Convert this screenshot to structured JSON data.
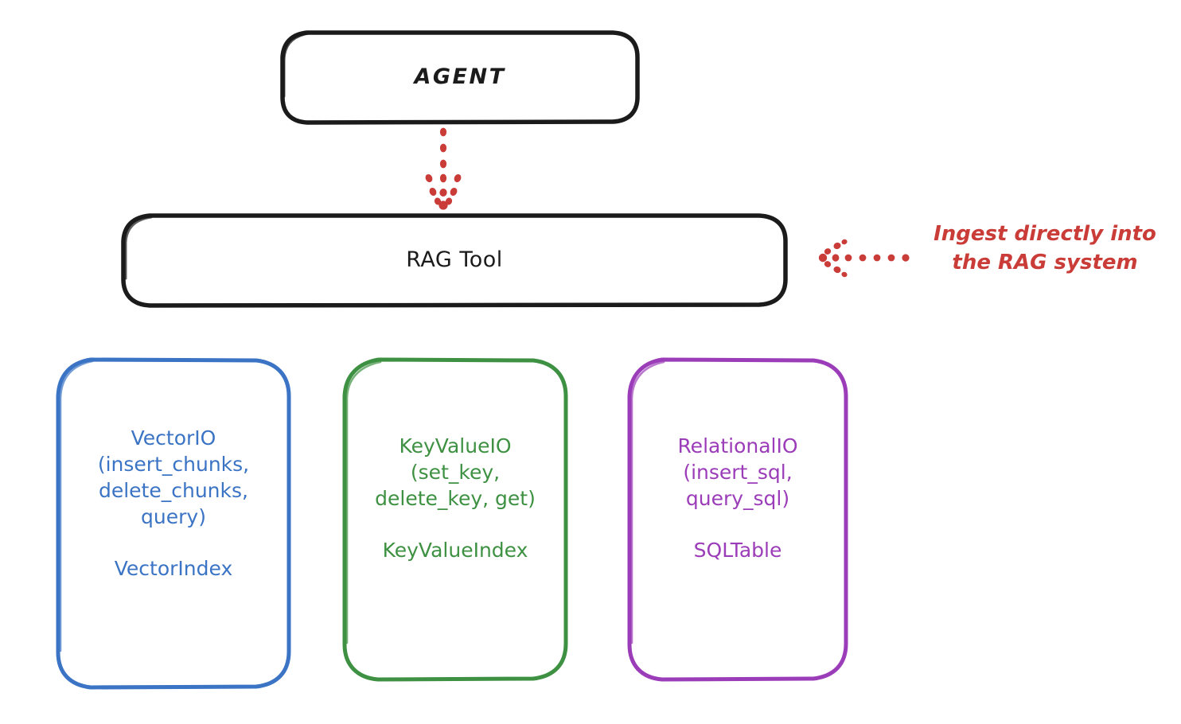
{
  "diagram": {
    "title": "RAG Tool architecture",
    "background": "#ffffff"
  },
  "colors": {
    "ink": "#1b1b1b",
    "blue": "#3b74c4",
    "green": "#3e9142",
    "purple": "#9b3cb8",
    "red": "#ca3c38"
  },
  "nodes": {
    "agent": {
      "label": "AGENT",
      "color": "#1b1b1b"
    },
    "rag_tool": {
      "label": "RAG Tool",
      "color": "#1b1b1b"
    },
    "vector_io": {
      "title": "VectorIO\n(insert_chunks,\ndelete_chunks,\nquery)",
      "index": "VectorIndex",
      "color": "#3b74c4"
    },
    "key_value_io": {
      "title": "KeyValueIO\n(set_key,\ndelete_key, get)",
      "index": "KeyValueIndex",
      "color": "#3e9142"
    },
    "relational_io": {
      "title": "RelationalIO\n(insert_sql,\nquery_sql)",
      "index": "SQLTable",
      "color": "#9b3cb8"
    }
  },
  "annotations": {
    "ingest_note": {
      "text": "Ingest directly into\nthe RAG system",
      "color": "#ca3c38"
    }
  },
  "edges": {
    "agent_to_rag_tool": {
      "style": "dotted",
      "direction": "down",
      "color": "#ca3c38"
    },
    "ingest_to_rag_tool": {
      "style": "dotted",
      "direction": "left",
      "color": "#ca3c38"
    }
  }
}
